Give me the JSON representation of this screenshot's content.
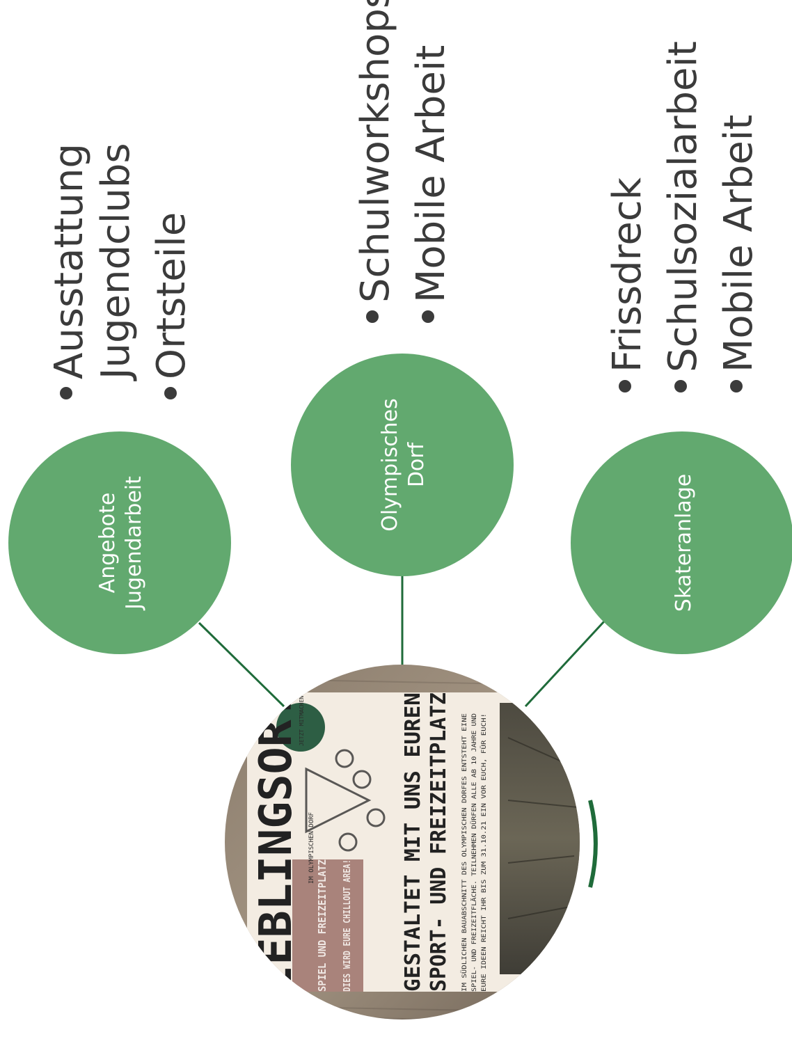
{
  "center_photo": {
    "masthead": "LIEBLINGSORT",
    "masthead_sub": "IM OLYMPISCHEN DORF",
    "sticker": "JETZT MITMACHEN",
    "badge_title": "SPIEL UND FREIZEITPLATZ",
    "badge_sub": "DIES WIRD EURE CHILLOUT AREA!",
    "headline_1": "GESTALTET MIT UNS EUREN",
    "headline_2": "SPORT- UND FREIZEITPLATZ",
    "body_1": "IM SÜDLICHEN BAUABSCHNITT DES OLYMPISCHEN DORFES ENTSTEHT EINE",
    "body_2": "SPIEL- UND FREIZEITFLÄCHE. TEILNEHMEN DÜRFEN ALLE AB 10 JAHRE UND",
    "body_3": "EURE IDEEN REICHT IHR BIS ZUM 31.10.21 EIN   VOR EUCH, FÜR EUCH!"
  },
  "nodes": [
    {
      "label_line1": "Angebote",
      "label_line2": "Jugendarbeit"
    },
    {
      "label_line1": "Olympisches",
      "label_line2": "Dorf"
    },
    {
      "label_line1": "Skateranlage",
      "label_line2": ""
    }
  ],
  "bullets": {
    "angebote": {
      "item1_line1": "Ausstattung",
      "item1_line2": "Jugendclubs",
      "item2": "Ortsteile"
    },
    "olympisches": {
      "item1": "Schulworkshops",
      "item2": "Mobile Arbeit"
    },
    "skater": {
      "item1": "Frissdreck",
      "item2": "Schulsozialarbeit",
      "item3": "Mobile Arbeit"
    }
  },
  "colors": {
    "node_fill": "#62a96f",
    "connector": "#1f6b3a",
    "bullet_text": "#3b3b3b"
  }
}
